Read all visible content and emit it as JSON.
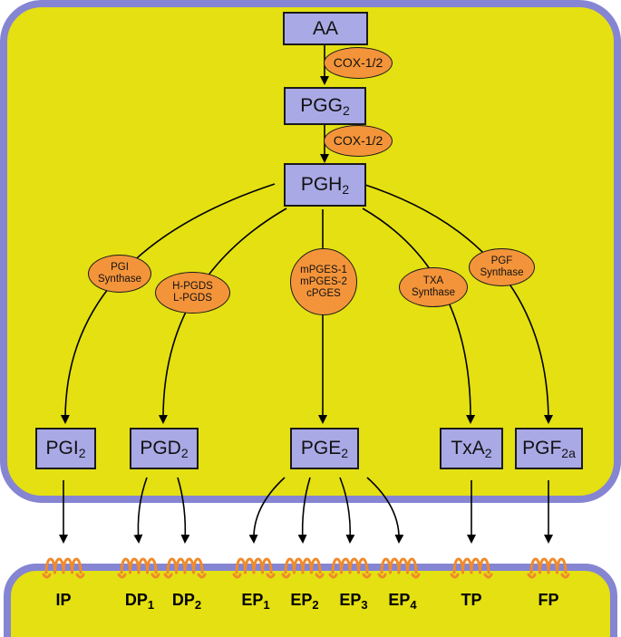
{
  "colors": {
    "cell_fill": "#e4e012",
    "cell_border": "#8585d3",
    "node_fill": "#a9a9e6",
    "enzyme_fill": "#f4943a",
    "receptor_coil": "#f08a2a"
  },
  "nodes": {
    "aa": "AA",
    "pgg": {
      "base": "PGG",
      "sub": "2"
    },
    "pgh": {
      "base": "PGH",
      "sub": "2"
    },
    "pgi": {
      "base": "PGI",
      "sub": "2"
    },
    "pgd": {
      "base": "PGD",
      "sub": "2"
    },
    "pge": {
      "base": "PGE",
      "sub": "2"
    },
    "txa": {
      "base": "TxA",
      "sub": "2"
    },
    "pgf": {
      "base": "PGF",
      "sub": "2a"
    }
  },
  "enzymes": {
    "cox1": "COX-1/2",
    "cox2": "COX-1/2",
    "pgi_synthase": [
      "PGI",
      "Synthase"
    ],
    "pgds": [
      "H-PGDS",
      "L-PGDS"
    ],
    "pges": [
      "mPGES-1",
      "mPGES-2",
      "cPGES"
    ],
    "txa_synthase": [
      "TXA",
      "Synthase"
    ],
    "pgf_synthase": [
      "PGF",
      "Synthase"
    ]
  },
  "receptors": [
    {
      "base": "IP",
      "sub": ""
    },
    {
      "base": "DP",
      "sub": "1"
    },
    {
      "base": "DP",
      "sub": "2"
    },
    {
      "base": "EP",
      "sub": "1"
    },
    {
      "base": "EP",
      "sub": "2"
    },
    {
      "base": "EP",
      "sub": "3"
    },
    {
      "base": "EP",
      "sub": "4"
    },
    {
      "base": "TP",
      "sub": ""
    },
    {
      "base": "FP",
      "sub": ""
    }
  ]
}
